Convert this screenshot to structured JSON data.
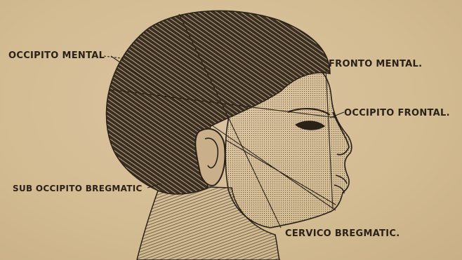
{
  "labels": {
    "occipito_mental": "OCCIPITO MENTAL",
    "fronto_mental": "FRONTO MENTAL.",
    "occipito_frontal": "OCCIPITO FRONTAL.",
    "sub_occipito_bregmatic": "SUB OCCIPITO BREGMATIC",
    "cervico_bregmatic": "CERVICO BREGMATIC."
  },
  "colors": {
    "paper": "#d6bf99",
    "ink": "#2a2118"
  }
}
